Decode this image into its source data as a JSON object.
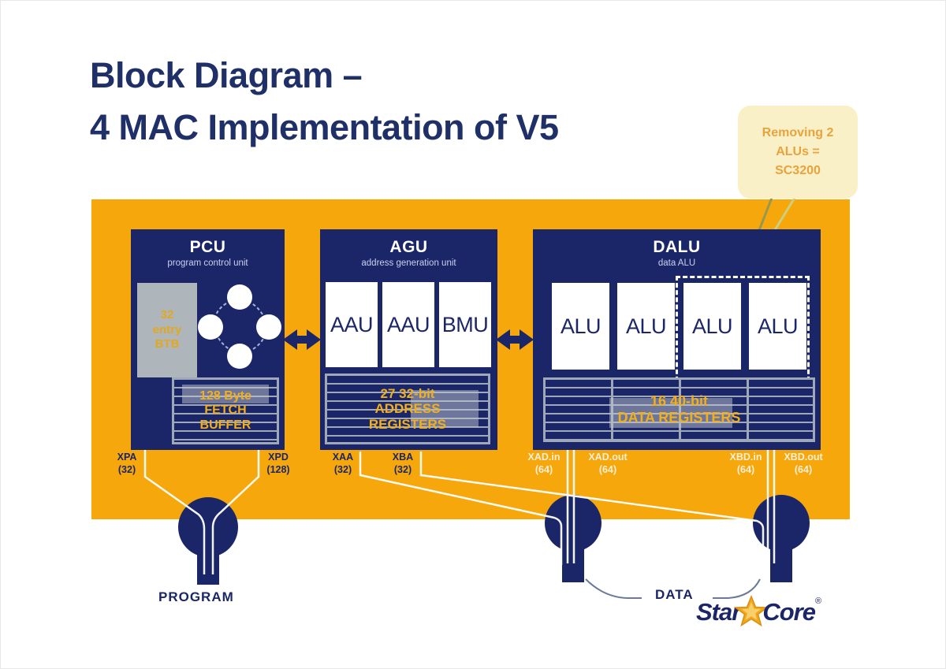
{
  "slide": {
    "title_line1": "Block Diagram –",
    "title_line2": "4 MAC Implementation of V5"
  },
  "callout": {
    "line1": "Removing 2",
    "line2": "ALUs =",
    "line3": "SC3200"
  },
  "blocks": {
    "pcu": {
      "name": "PCU",
      "subtitle": "program control unit",
      "btb": {
        "line1": "32",
        "line2": "entry",
        "line3": "BTB"
      },
      "buffer": {
        "line1": "128 Byte",
        "line2": "FETCH",
        "line3": "BUFFER"
      }
    },
    "agu": {
      "name": "AGU",
      "subtitle": "address generation unit",
      "units": [
        "AAU",
        "AAU",
        "BMU"
      ],
      "registers": {
        "line1": "27 32-bit",
        "line2": "ADDRESS",
        "line3": "REGISTERS"
      }
    },
    "dalu": {
      "name": "DALU",
      "subtitle": "data ALU",
      "units": [
        "ALU",
        "ALU",
        "ALU",
        "ALU"
      ],
      "registers": {
        "line1": "16 40-bit",
        "line2": "DATA REGISTERS"
      }
    }
  },
  "buses": [
    {
      "name": "XPA",
      "width": "(32)"
    },
    {
      "name": "XPD",
      "width": "(128)"
    },
    {
      "name": "XAA",
      "width": "(32)"
    },
    {
      "name": "XBA",
      "width": "(32)"
    },
    {
      "name": "XAD.in",
      "width": "(64)"
    },
    {
      "name": "XAD.out",
      "width": "(64)"
    },
    {
      "name": "XBD.in",
      "width": "(64)"
    },
    {
      "name": "XBD.out",
      "width": "(64)"
    }
  ],
  "connectors": {
    "program_label": "PROGRAM",
    "data_label": "DATA"
  },
  "logo": {
    "part1": "Star",
    "part2": "Core",
    "reg": "®"
  },
  "colors": {
    "panel_orange": "#F6A70B",
    "block_navy": "#1B2668",
    "title_navy": "#1F3068",
    "register_gold": "#F1AF1D",
    "btb_gray": "#AEB5BB",
    "callout_bg": "#FAF0C8",
    "callout_text": "#E8A33C",
    "wire_white": "#FFFFFF",
    "star_gold": "#F0A81E"
  }
}
